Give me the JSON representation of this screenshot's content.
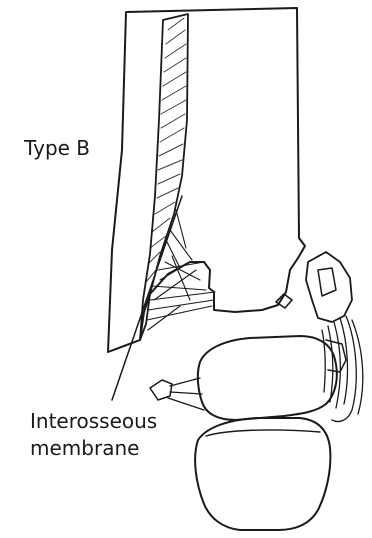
{
  "labels": {
    "type": "Type B",
    "callout_line1": "Interosseous",
    "callout_line2": "membrane"
  },
  "colors": {
    "ink": "#1a1a1a",
    "paper": "#ffffff"
  }
}
